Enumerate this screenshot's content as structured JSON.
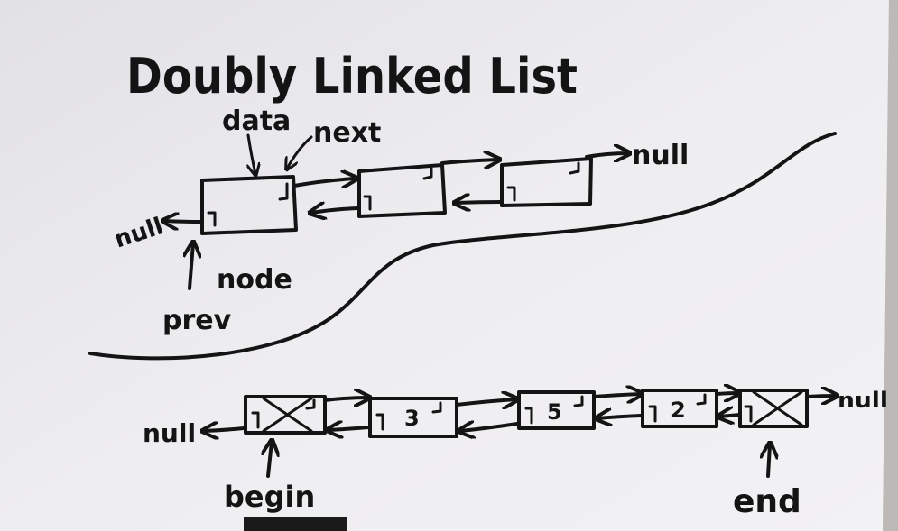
{
  "title": "Doubly Linked List",
  "top_diagram": {
    "labels": {
      "data": "data",
      "next": "next",
      "prev": "prev",
      "node": "node",
      "null_left": "null",
      "null_right": "null"
    }
  },
  "bottom_diagram": {
    "nodes": [
      {
        "value": "",
        "sentinel": true
      },
      {
        "value": "3",
        "sentinel": false
      },
      {
        "value": "5",
        "sentinel": false
      },
      {
        "value": "2",
        "sentinel": false
      },
      {
        "value": "",
        "sentinel": true
      }
    ],
    "labels": {
      "null_left": "null",
      "null_right": "null",
      "begin": "begin",
      "end": "end"
    }
  },
  "colors": {
    "ink": "#141414",
    "board": "#ecebee",
    "background": "#c9c4c2"
  }
}
